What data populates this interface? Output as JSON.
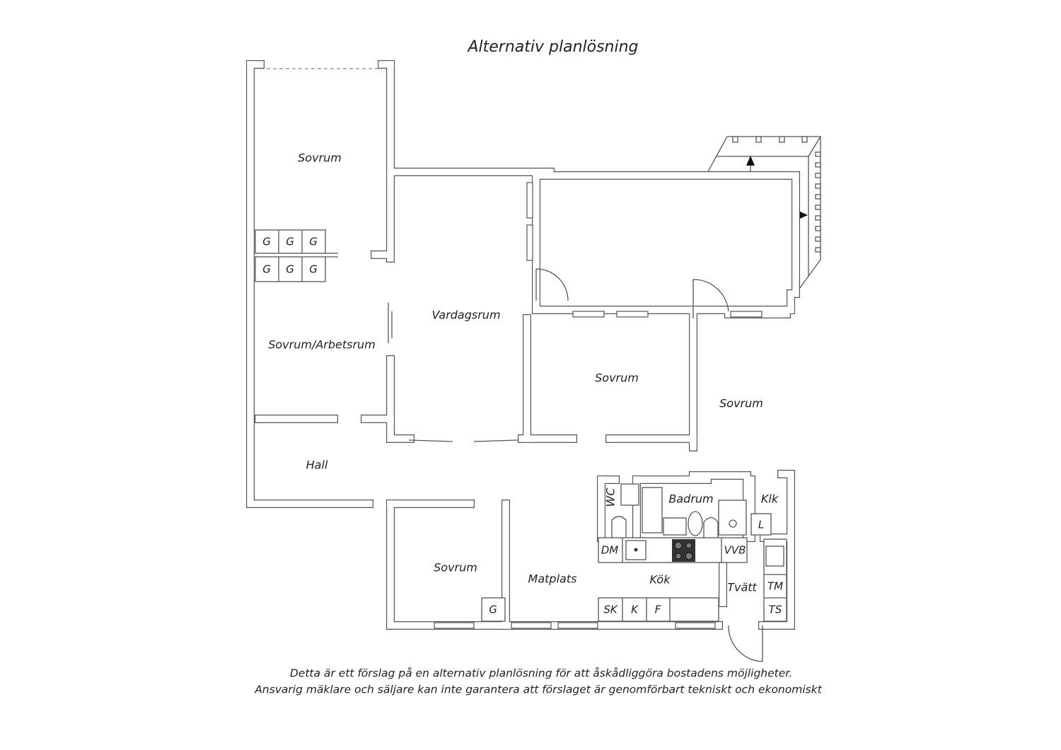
{
  "title": "Alternativ planlösning",
  "rooms": {
    "sovrum_top": "Sovrum",
    "sovrum_arbetsrum": "Sovrum/Arbetsrum",
    "vardagsrum": "Vardagsrum",
    "hall": "Hall",
    "sovrum_middle": "Sovrum",
    "sovrum_right": "Sovrum",
    "sovrum_bottom": "Sovrum",
    "matplats": "Matplats",
    "kok": "Kök",
    "tvatt": "Tvätt",
    "badrum": "Badrum",
    "wc": "WC",
    "klk": "Klk"
  },
  "fixtures": {
    "closets": [
      "G",
      "G",
      "G",
      "G",
      "G",
      "G"
    ],
    "closet_bottom": "G",
    "l": "L",
    "dm": "DM",
    "vvb": "VVB",
    "sk": "SK",
    "k": "K",
    "f": "F",
    "tm": "TM",
    "ts": "TS"
  },
  "caption": {
    "line1": "Detta är ett förslag på en alternativ planlösning för att åskådliggöra bostadens möjligheter.",
    "line2": "Ansvarig mäklare och säljare kan inte garantera att förslaget är genomförbart tekniskt och ekonomiskt"
  }
}
